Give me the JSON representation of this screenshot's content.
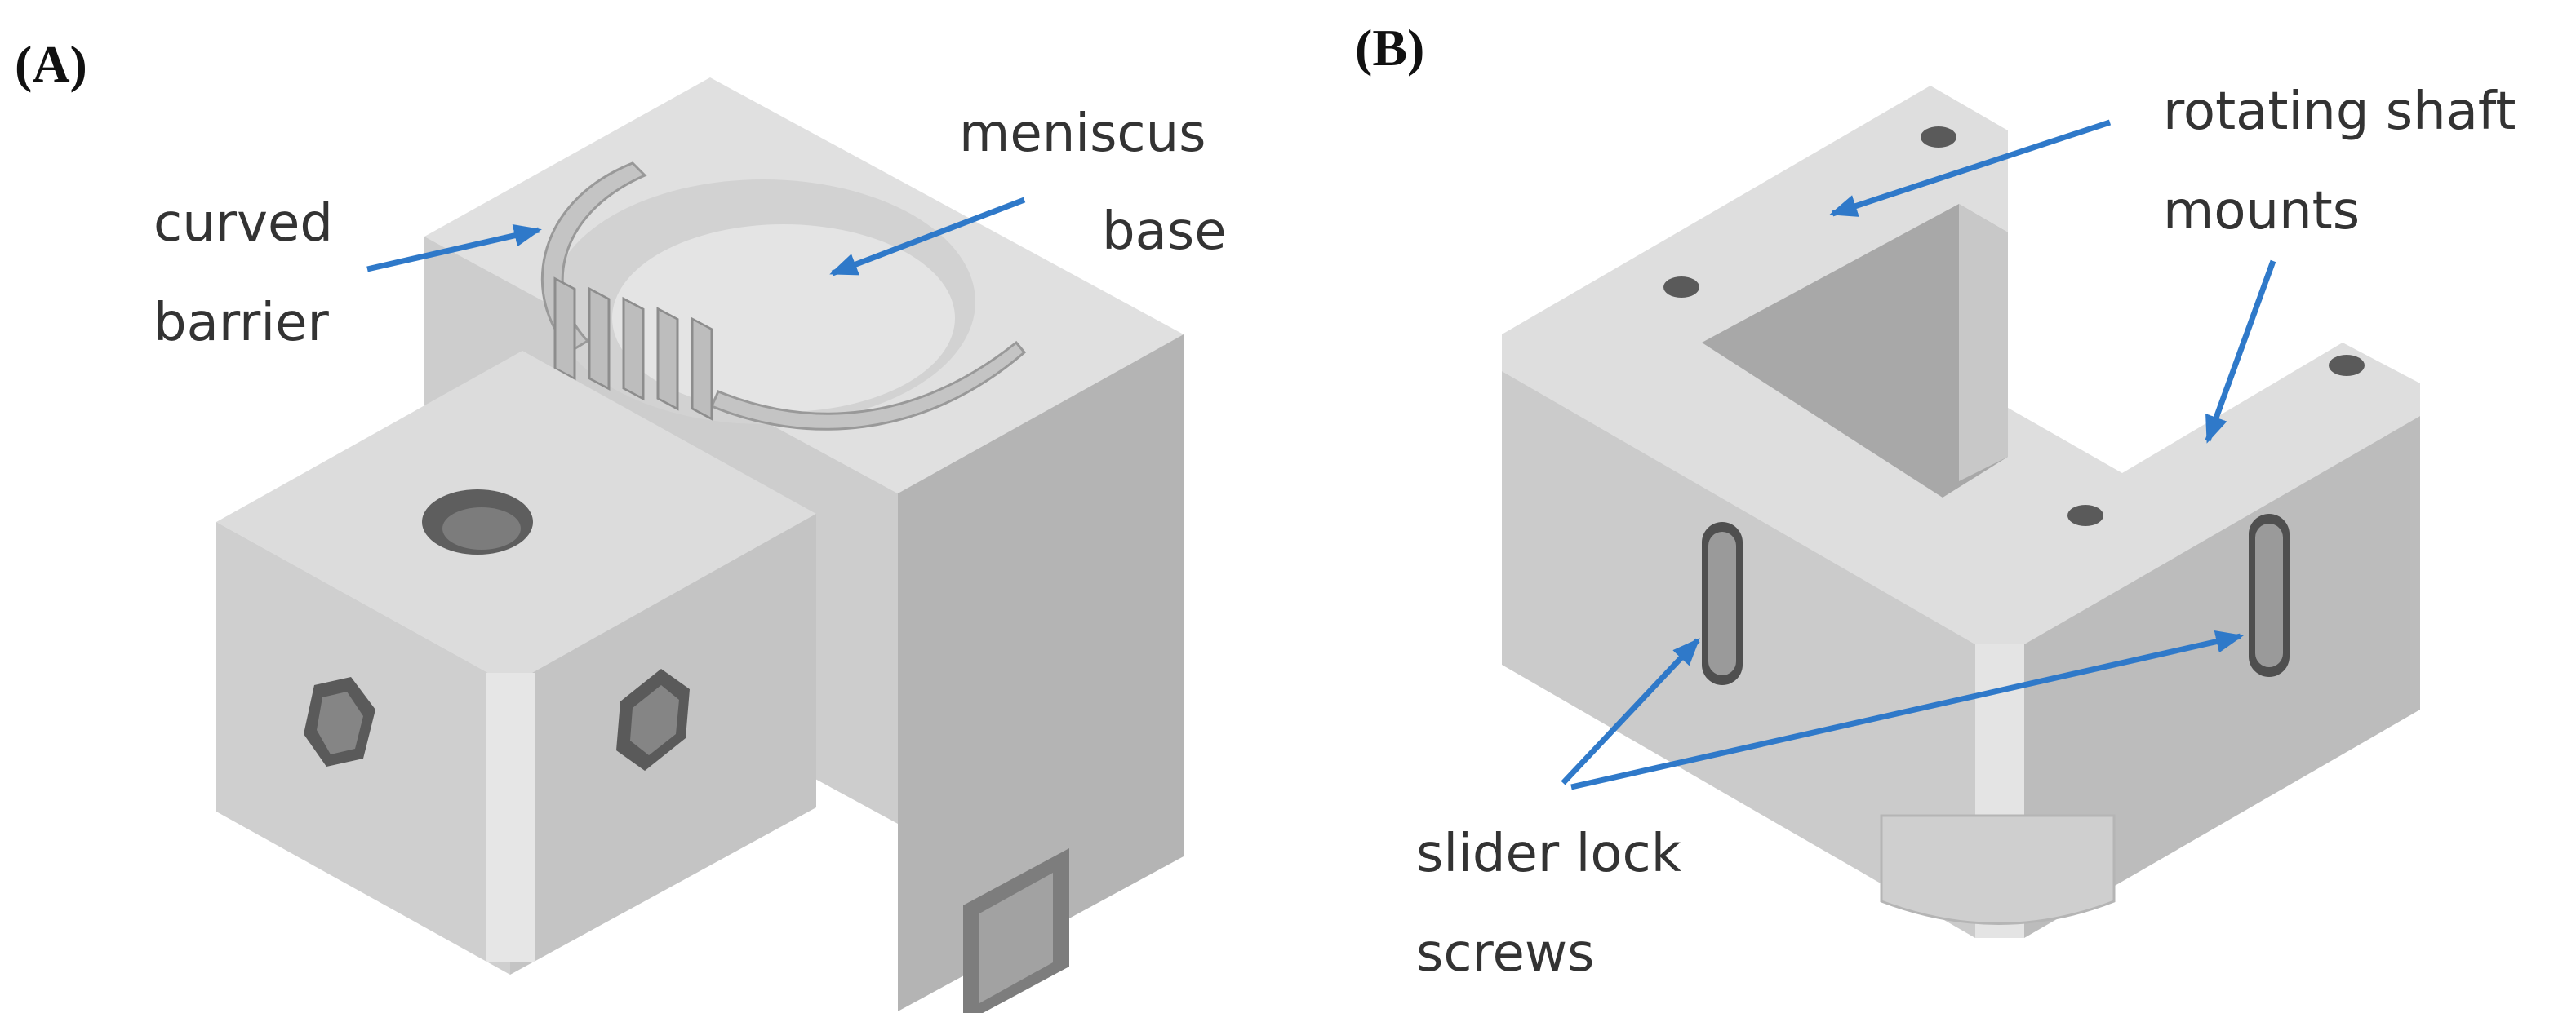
{
  "colors": {
    "arrow": "#2f79c9",
    "part_top": "#dedede",
    "part_left": "#cbcbcb",
    "part_right": "#b3b3b3",
    "part_shadow": "#8f8f8f",
    "part_edge": "#ededed",
    "label_text": "#333333"
  },
  "panels": [
    {
      "letter": "(A)",
      "labels": {
        "curved_barrier": [
          "curved",
          "barrier"
        ],
        "meniscus_base": [
          "meniscus",
          "base"
        ]
      }
    },
    {
      "letter": "(B)",
      "labels": {
        "rotating_shaft_mounts": [
          "rotating shaft",
          "mounts"
        ],
        "slider_lock_screws": [
          "slider lock",
          "screws"
        ]
      }
    }
  ]
}
